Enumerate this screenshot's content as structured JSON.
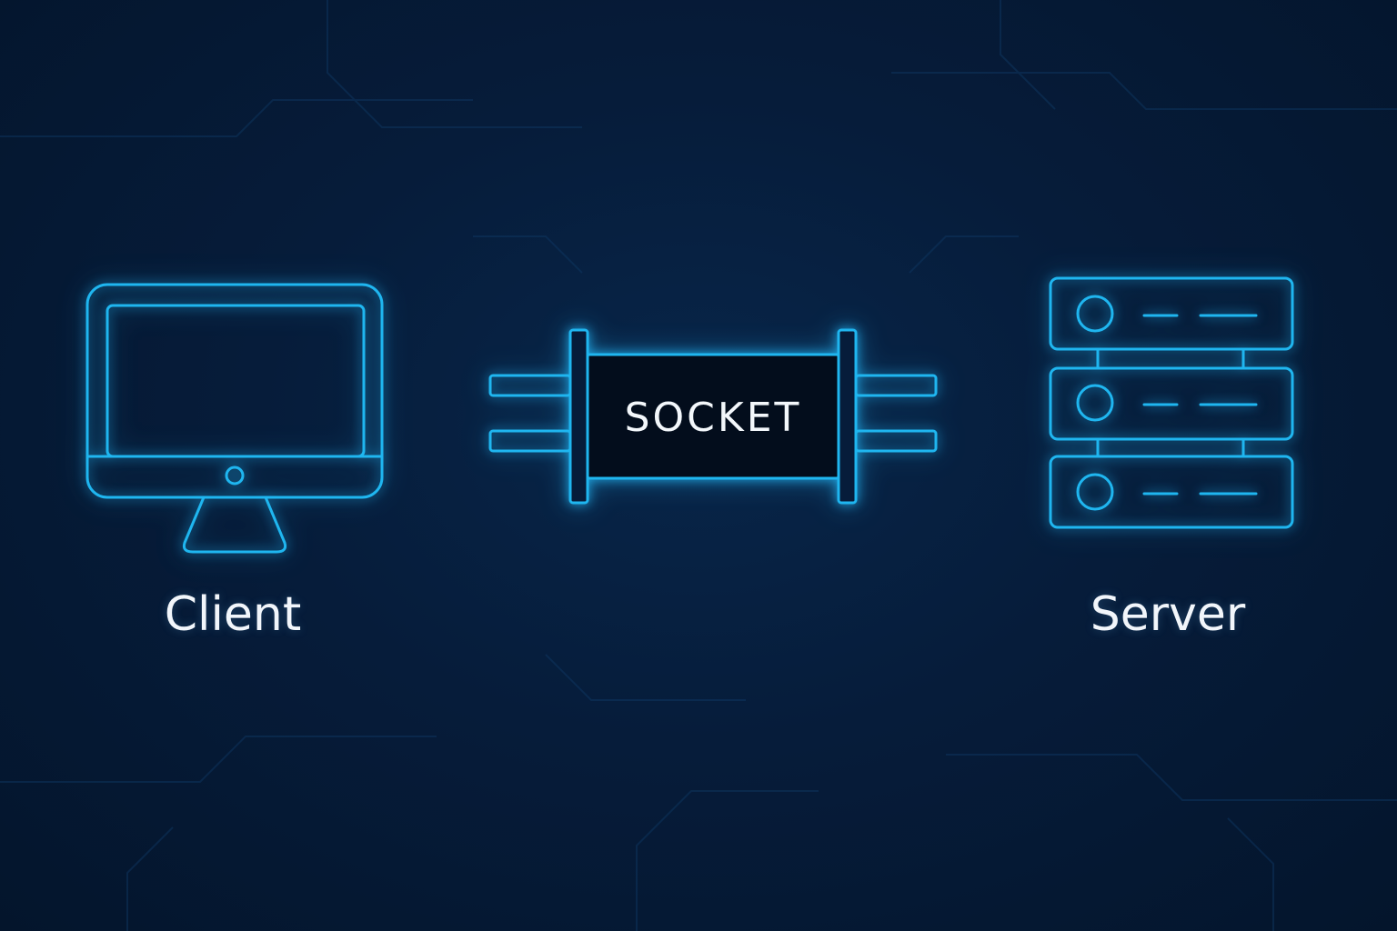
{
  "diagram": {
    "client": {
      "label": "Client",
      "icon": "monitor-icon"
    },
    "socket": {
      "label": "SOCKET",
      "icon": "socket-connector-icon"
    },
    "server": {
      "label": "Server",
      "icon": "server-rack-icon"
    }
  },
  "colors": {
    "background": "#061c3a",
    "stroke": "#1fb6f0",
    "socket_fill": "#030d1c",
    "text": "#f2f6fb"
  }
}
